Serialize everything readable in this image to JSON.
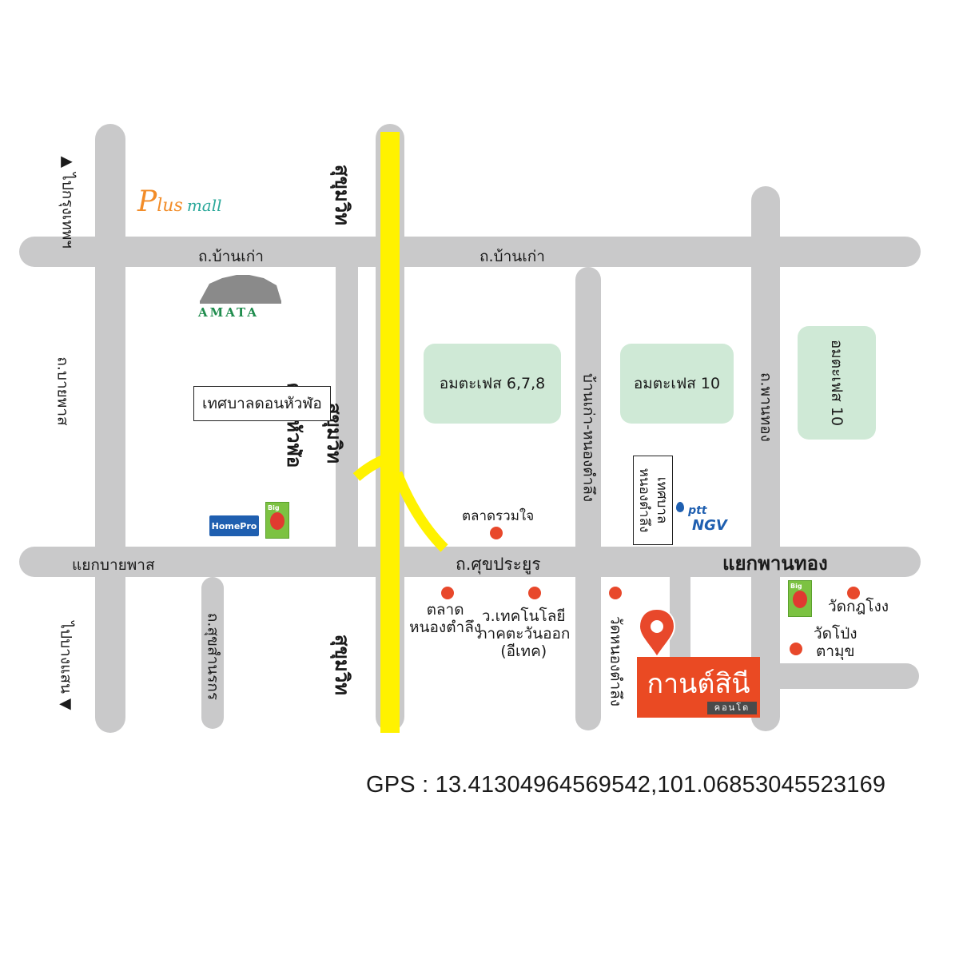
{
  "roads": {
    "ban_kao_left": "ถ.บ้านเก่า",
    "ban_kao_right": "ถ.บ้านเก่า",
    "bypass_road": "ถ.บายพาส",
    "don_hua_lo": "ดอนหัวฬ่อ",
    "sukhumvit_top": "สุขุมวิท",
    "sukhumvit_mid": "สุขุมวิท",
    "sukhumvit_bottom": "สุขุมวิท",
    "ban_kao_nong_tamlueng": "บ้านเก่า-หนองตำลึง",
    "phan_thong_road": "ถ.พานทอง",
    "sukprayoon": "ถ.ศุขประยูร",
    "sukhaprachasan": "ถ.สุขสำนรกร"
  },
  "directions": {
    "to_bangkok": "▲ ไปกรุงเทพฯ",
    "to_bangsaen": "ไปบางแสน ▼"
  },
  "junctions": {
    "bypass": "แยกบายพาส",
    "phan_thong": "แยกพานทอง"
  },
  "zones": {
    "amata_678": "อมตะเฟส 6,7,8",
    "amata_10": "อมตะเฟส 10",
    "amata_10_vertical": "อมตะเฟส 10"
  },
  "landmarks": {
    "municipality_don_hua_lo": "เทศบาลดอนหัวฬ่อ",
    "municipality_nong_tamlueng": "เทศบาล\nหนองตำลึง",
    "talad_ruam_jai": "ตลาดรวมใจ",
    "talad_nong_tamlueng": "ตลาด\nหนองตำลึง",
    "tech_college": "ว.เทคโนโลยี\nภาคตะวันออก\n(อีเทค)",
    "wat_nong_tamlueng": "วัดหนองตำลึง",
    "wat_kod_khong": "วัดกฎโงง",
    "wat_pong_tamung": "วัดโป่ง\nตามุข"
  },
  "logos": {
    "plus_mall_p": "P",
    "plus_mall_lus": "lus",
    "plus_mall_mall": "mall",
    "amata": "AMATA",
    "homepro": "HomePro",
    "big_c": "Big",
    "ptt": "ptt",
    "ngv": "NGV"
  },
  "project": {
    "name": "กานต์สินี",
    "sub": "คอนโด"
  },
  "gps": "GPS : 13.41304964569542,101.06853045523169",
  "colors": {
    "road": "#c9c9ca",
    "sukhumvit": "#fff200",
    "zone": "#cfe9d6",
    "poi": "#e8482b",
    "project": "#ea4a23"
  }
}
